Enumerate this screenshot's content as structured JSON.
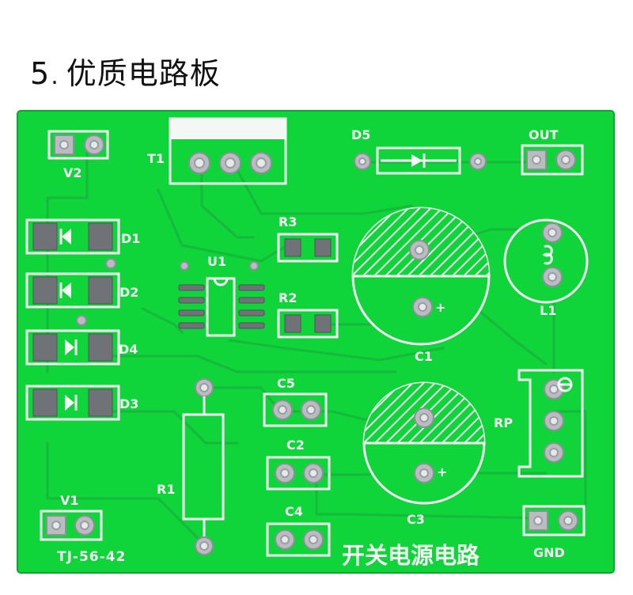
{
  "header": {
    "number": "5",
    "separator": ".",
    "title": "优质电路板"
  },
  "board": {
    "board_color": "#0fd43a",
    "silkscreen_color": "#f4f8f4",
    "pad_color": "#b9bcc0",
    "labels": {
      "v2": "V2",
      "t1": "T1",
      "d5": "D5",
      "out": "OUT",
      "d1": "D1",
      "d2": "D2",
      "d4": "D4",
      "d3": "D3",
      "r3": "R3",
      "u1": "U1",
      "r2": "R2",
      "c1": "C1",
      "l1": "L1",
      "c5": "C5",
      "c2": "C2",
      "c4": "C4",
      "c3": "C3",
      "rp": "RP",
      "r1": "R1",
      "v1": "V1",
      "gnd": "GND",
      "model": "TJ-56-42",
      "plus_c1": "+",
      "plus_c3": "+",
      "board_title": "开关电源电路"
    }
  }
}
